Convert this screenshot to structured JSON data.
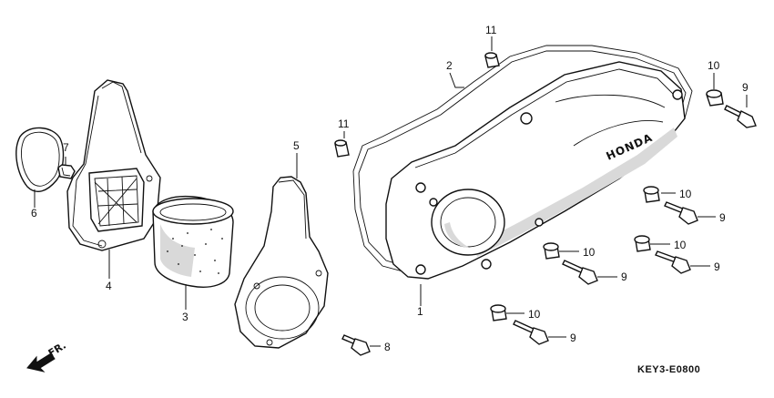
{
  "diagram": {
    "brand_text": "HONDA",
    "direction_label": "FR.",
    "code": "KEY3-E0800",
    "callouts": [
      {
        "id": "c1",
        "text": "1"
      },
      {
        "id": "c2",
        "text": "2"
      },
      {
        "id": "c3",
        "text": "3"
      },
      {
        "id": "c4",
        "text": "4"
      },
      {
        "id": "c5",
        "text": "5"
      },
      {
        "id": "c6",
        "text": "6"
      },
      {
        "id": "c7",
        "text": "7"
      },
      {
        "id": "c8",
        "text": "8"
      },
      {
        "id": "c9a",
        "text": "9"
      },
      {
        "id": "c9b",
        "text": "9"
      },
      {
        "id": "c9c",
        "text": "9"
      },
      {
        "id": "c9d",
        "text": "9"
      },
      {
        "id": "c9e",
        "text": "9"
      },
      {
        "id": "c10a",
        "text": "10"
      },
      {
        "id": "c10b",
        "text": "10"
      },
      {
        "id": "c10c",
        "text": "10"
      },
      {
        "id": "c10d",
        "text": "10"
      },
      {
        "id": "c10e",
        "text": "10"
      },
      {
        "id": "c11a",
        "text": "11"
      },
      {
        "id": "c11b",
        "text": "11"
      }
    ]
  }
}
